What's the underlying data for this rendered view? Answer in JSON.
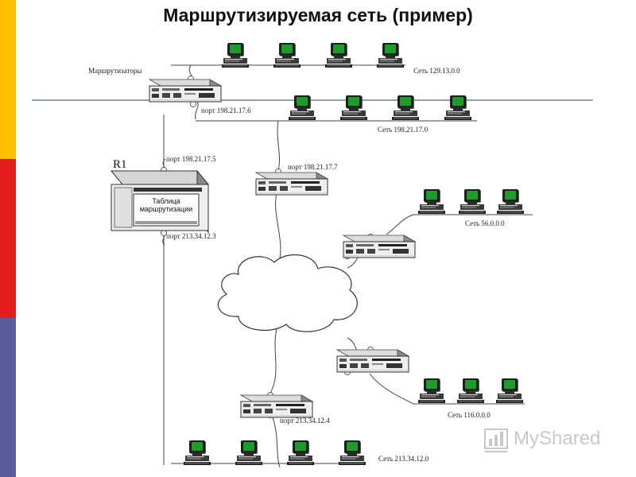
{
  "title": "Маршрутизируемая сеть (пример)",
  "labels": {
    "routers": "Маршрутизаторы",
    "r1": "R1",
    "table_line1": "Таблица",
    "table_line2": "маршрутизации",
    "net_129": "Сеть 129.13.0.0",
    "net_198": "Сеть 198.21.17.0",
    "net_56": "Сеть 56.0.0.0",
    "net_116": "Сеть 116.0.0.0",
    "net_213": "Сеть 213.34.12.0",
    "port_198_6": "порт 198.21.17.6",
    "port_198_5": "порт 198.21.17.5",
    "port_198_7": "порт 198.21.17.7",
    "port_213_3": "порт 213.34.12.3",
    "port_213_4": "порт 213.34.12.4"
  },
  "logo": {
    "text": "MyShared"
  },
  "colors": {
    "side_yellow": "#ffc000",
    "side_red": "#e41c1c",
    "side_blue": "#5b5d9a",
    "screen_green": "#1f9a2c",
    "backbone": "#6b7fa0"
  }
}
